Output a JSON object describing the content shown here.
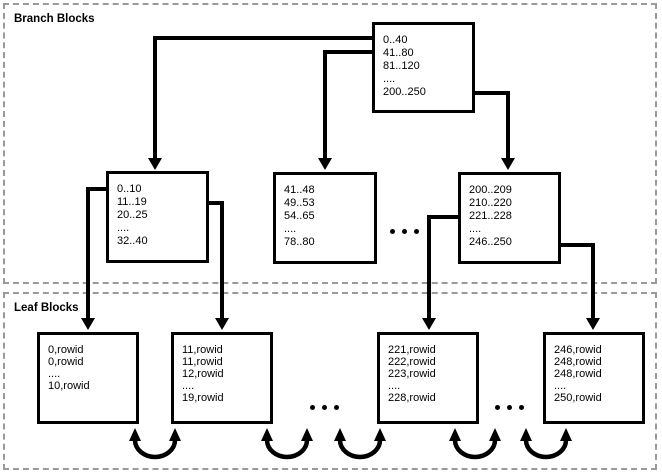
{
  "diagram": {
    "branch_section_label": "Branch Blocks",
    "leaf_section_label": "Leaf Blocks",
    "root_block": {
      "lines": [
        "0..40",
        "41..80",
        "81..120",
        "....",
        "200..250"
      ]
    },
    "branch_blocks": [
      {
        "lines": [
          "0..10",
          "11..19",
          "20..25",
          "....",
          "32..40"
        ]
      },
      {
        "lines": [
          "41..48",
          "49..53",
          "54..65",
          "....",
          "78..80"
        ]
      },
      {
        "lines": [
          "200..209",
          "210..220",
          "221..228",
          "....",
          "246..250"
        ]
      }
    ],
    "leaf_blocks": [
      {
        "lines": [
          "0,rowid",
          "0,rowid",
          "....",
          "10,rowid"
        ]
      },
      {
        "lines": [
          "11,rowid",
          "11,rowid",
          "12,rowid",
          "....",
          "19,rowid"
        ]
      },
      {
        "lines": [
          "221,rowid",
          "222,rowid",
          "223,rowid",
          "....",
          "228,rowid"
        ]
      },
      {
        "lines": [
          "246,rowid",
          "248,rowid",
          "248,rowid",
          "....",
          "250,rowid"
        ]
      }
    ],
    "omitted_marker": "...",
    "colors": {
      "line": "#000000",
      "dashed_border": "#9a9a9a",
      "background": "#ffffff",
      "text": "#000000"
    }
  }
}
